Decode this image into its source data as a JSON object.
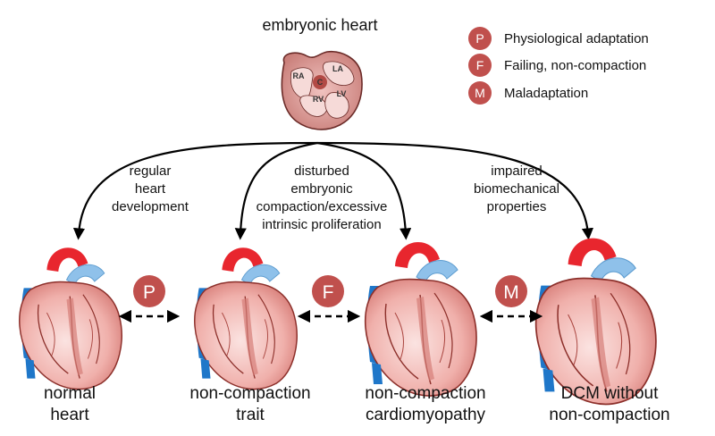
{
  "title": "embryonic heart",
  "embryonic_chambers": {
    "ra": "RA",
    "la": "LA",
    "c": "C",
    "rv": "RV",
    "lv": "LV"
  },
  "legend": [
    {
      "letter": "P",
      "text": "Physiological adaptation"
    },
    {
      "letter": "F",
      "text": "Failing, non-compaction"
    },
    {
      "letter": "M",
      "text": "Maladaptation"
    }
  ],
  "branch_labels": {
    "left": [
      "regular",
      "heart",
      "development"
    ],
    "middle": [
      "disturbed",
      "embryonic",
      "compaction/excessive",
      "intrinsic proliferation"
    ],
    "right": [
      "impaired",
      "biomechanical",
      "properties"
    ]
  },
  "relations": [
    {
      "letter": "P",
      "name": "physiological-adaptation"
    },
    {
      "letter": "F",
      "name": "failing-non-compaction"
    },
    {
      "letter": "M",
      "name": "maladaptation"
    }
  ],
  "outcomes": [
    {
      "lines": [
        "normal",
        "heart"
      ]
    },
    {
      "lines": [
        "non-compaction",
        "trait"
      ]
    },
    {
      "lines": [
        "non-compaction",
        "cardiomyopathy"
      ]
    },
    {
      "lines": [
        "DCM without",
        "non-compaction"
      ]
    }
  ],
  "colors": {
    "badge": "#c0504d",
    "heart_fill": "#f2b8b3",
    "heart_outline": "#8c2f2a",
    "aorta_red": "#e8262e",
    "vessel_blue": "#1f77c9",
    "vessel_light_blue": "#8fc1ea",
    "embryo_fill": "#e6a7a3"
  }
}
